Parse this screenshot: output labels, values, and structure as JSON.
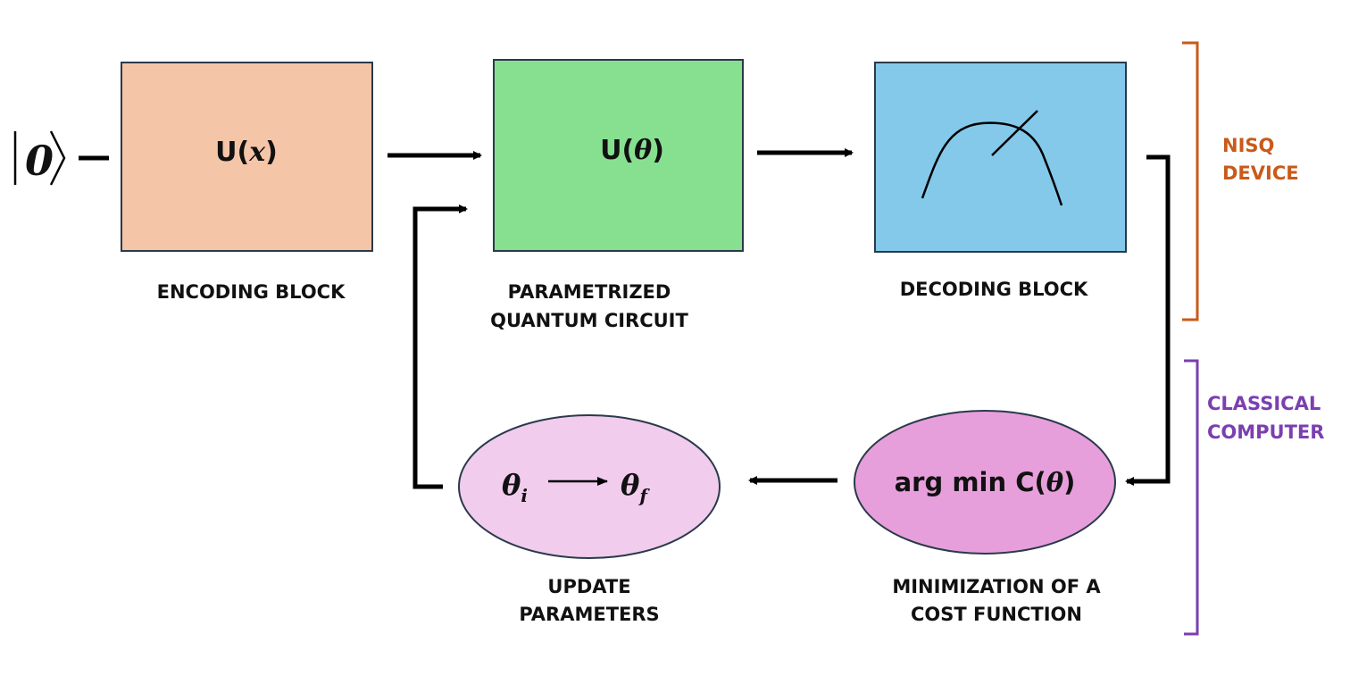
{
  "input_state": {
    "ket": "0"
  },
  "blocks": {
    "encoding": {
      "op": "U(",
      "arg": "x",
      "close": ")",
      "caption": "ENCODING BLOCK",
      "fill": "#f5c5a8"
    },
    "pqc": {
      "op": "U(",
      "arg": "θ",
      "close": ")",
      "caption_lines": [
        "PARAMETRIZED",
        "QUANTUM CIRCUIT"
      ],
      "fill": "#86e08f"
    },
    "decoding": {
      "caption": "DECODING BLOCK",
      "fill": "#84c9ea",
      "icon": "measurement-meter-icon"
    }
  },
  "nodes": {
    "update": {
      "from": "θ",
      "from_sub": "i",
      "to": "θ",
      "to_sub": "f",
      "caption_lines": [
        "UPDATE",
        "PARAMETERS"
      ],
      "fill": "#f1cced"
    },
    "cost": {
      "prefix": "arg min C(",
      "arg": "θ",
      "close": ")",
      "caption_lines": [
        "MINIMIZATION OF A",
        "COST FUNCTION"
      ],
      "fill": "#e79fdc"
    }
  },
  "groups": {
    "nisq": {
      "lines": [
        "NISQ",
        "DEVICE"
      ],
      "color": "#c85a1a"
    },
    "classical": {
      "lines": [
        "CLASSICAL",
        "COMPUTER"
      ],
      "color": "#7b3fb0"
    }
  },
  "colors": {
    "stroke": "#2a3a4a",
    "arrow": "#000000"
  }
}
